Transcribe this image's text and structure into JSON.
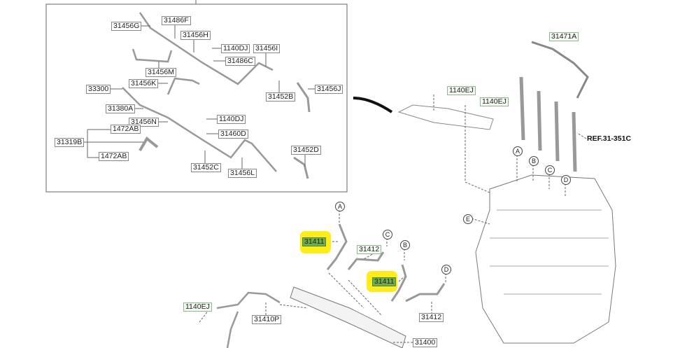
{
  "inset_labels": [
    "31456G",
    "31486F",
    "31456H",
    "1140DJ",
    "31456I",
    "31486C",
    "31456M",
    "31456K",
    "33300",
    "31456J",
    "31452B",
    "31380A",
    "1140DJ",
    "31456N",
    "1472AB",
    "31460D",
    "31319B",
    "31452D",
    "1472AB",
    "31452C",
    "31456L"
  ],
  "engine_labels": [
    "31471A",
    "1140EJ",
    "1140EJ"
  ],
  "reference": "REF.31-351C",
  "circle_markers": [
    "A",
    "B",
    "C",
    "D",
    "E",
    "A",
    "C",
    "B",
    "D"
  ],
  "rail_labels": [
    "31411",
    "31412",
    "31411",
    "1140EJ",
    "31410P",
    "31412",
    "31400"
  ],
  "colors": {
    "highlight": "#ffec1a",
    "part_number_highlight": "#6fae4a"
  }
}
